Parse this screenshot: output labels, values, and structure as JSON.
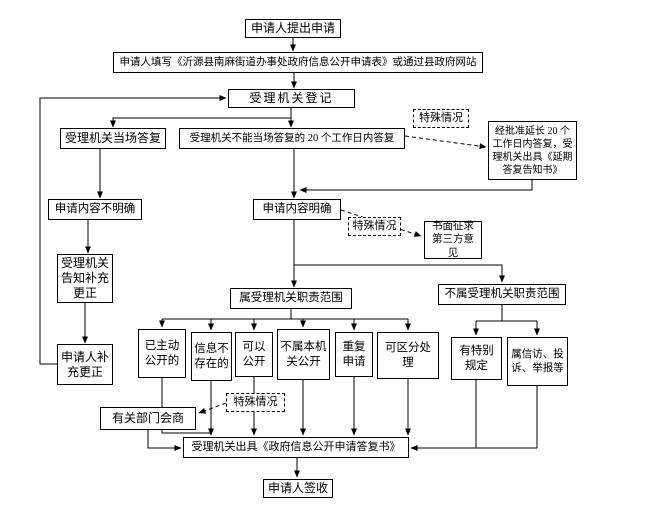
{
  "diagram": {
    "type": "flowchart",
    "background": "#ffffff",
    "line_color": "#000000"
  },
  "nodes": {
    "start": {
      "label": "申请人提出申请"
    },
    "fill_form": {
      "label": "申请人填写《沂源县南麻街道办事处政府信息公开申请表》或通过县政府网站"
    },
    "register": {
      "label": "受理机关登记"
    },
    "onsite_reply": {
      "label": "受理机关当场答复"
    },
    "deferred_reply": {
      "label": "受理机关不能当场答复的 20 个工作日内答复"
    },
    "special_case_top": {
      "label": "特殊情况"
    },
    "extension": {
      "label": "经批准延长 20 个工作日内答复，受理机关出具《延期答复告知书》"
    },
    "content_unclear": {
      "label": "申请内容不明确"
    },
    "content_clear": {
      "label": "申请内容明确"
    },
    "special_case_mid": {
      "label": "特殊情况"
    },
    "third_party": {
      "label": "书面征求第三方意见"
    },
    "notify_amend": {
      "label": "受理机关告知补充更正"
    },
    "in_scope": {
      "label": "属受理机关职责范围"
    },
    "out_of_scope": {
      "label": "不属受理机关职责范围"
    },
    "applicant_amend": {
      "label": "申请人补充更正"
    },
    "already_public": {
      "label": "已主动公开的"
    },
    "info_not_exist": {
      "label": "信息不存在的"
    },
    "can_disclose": {
      "label": "可以公开"
    },
    "not_this_authority": {
      "label": "不属本机关公开"
    },
    "repeat_request": {
      "label": "重复申请"
    },
    "separable": {
      "label": "可区分处理"
    },
    "special_provision": {
      "label": "有特别规定"
    },
    "petition_channel": {
      "label": "属信访、投诉、举报等"
    },
    "special_case_bottom": {
      "label": "特殊情况"
    },
    "dept_consult": {
      "label": "有关部门会商"
    },
    "reply_letter": {
      "label": "受理机关出具《政府信息公开申请答复书》"
    },
    "sign_receipt": {
      "label": "申请人签收"
    }
  }
}
